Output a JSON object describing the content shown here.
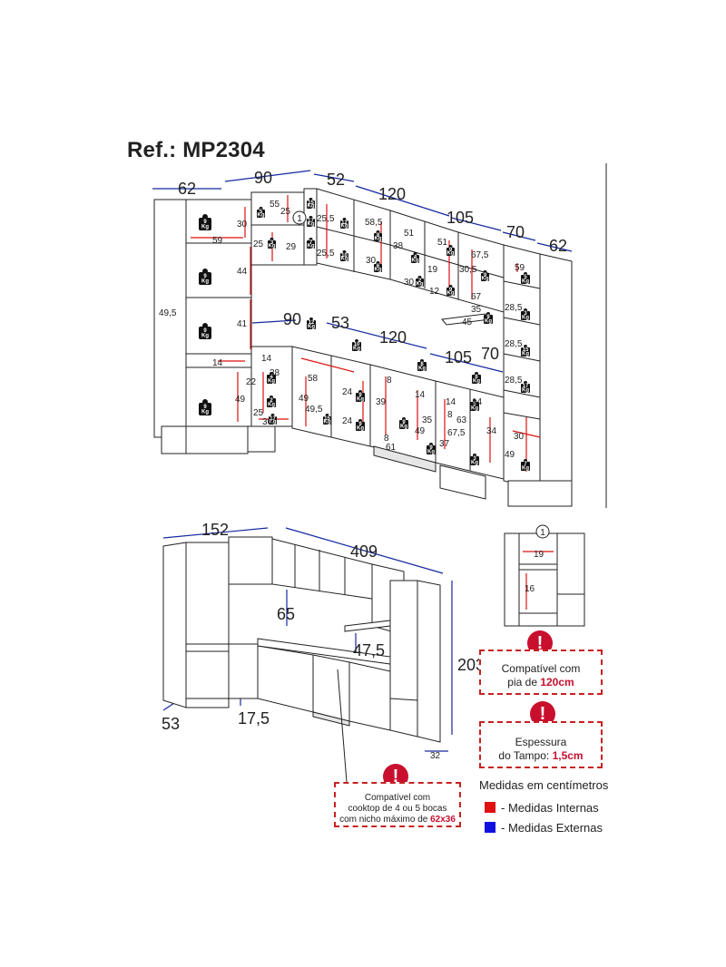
{
  "ref": "Ref.: MP2304",
  "top_dims": {
    "external_top": [
      "62",
      "90",
      "52",
      "120",
      "105",
      "70",
      "62"
    ],
    "external_mid": [
      "90",
      "53",
      "120",
      "105",
      "70"
    ],
    "internal_upper": [
      "55",
      "25",
      "30",
      "59",
      "25",
      "29",
      "44",
      "25,5",
      "25,5",
      "58,5",
      "38",
      "51",
      "51",
      "67,5",
      "30",
      "30",
      "19",
      "30,5",
      "12",
      "59",
      "67",
      "35",
      "45",
      "28,5",
      "28,5",
      "28,5"
    ],
    "internal_lower": [
      "41",
      "14",
      "22",
      "38",
      "49",
      "25",
      "36",
      "14",
      "58",
      "49",
      "49,5",
      "24",
      "24",
      "8",
      "39",
      "14",
      "14",
      "35",
      "8",
      "61",
      "49",
      "8",
      "63",
      "67,5",
      "37",
      "34",
      "30",
      "49",
      "14"
    ],
    "side": "49,5",
    "detail_marker": "1",
    "kg_labels": [
      "9\nKg",
      "9\nKg",
      "9\nKg",
      "9\nKg",
      "5\nKg",
      "3\nKg",
      "15\nKg",
      "17\nKg",
      "7\nKg",
      "12\nKg",
      "10\nKg",
      "8\nKg",
      "6\nKg",
      "4\nKg",
      "2\nKg"
    ]
  },
  "bottom_dims": {
    "width_left": "152",
    "width_right": "409",
    "height": "203",
    "gap": "65",
    "counter": "47,5",
    "depth": "53",
    "plinth": "17,5",
    "side_depth": "32"
  },
  "detail": {
    "marker": "1",
    "w": "19",
    "h": "16"
  },
  "notes": {
    "sink": {
      "line1": "Compatível com",
      "line2_pre": "pia de ",
      "line2_hl": "120cm"
    },
    "top": {
      "line1": "Espessura",
      "line2_pre": "do Tampo: ",
      "line2_hl": "1,5cm"
    },
    "cooktop": {
      "line1": "Compatível com",
      "line2": "cooktop de 4 ou 5 bocas",
      "line3_pre": "com nicho máximo de ",
      "line3_hl": "62x36"
    }
  },
  "legend": {
    "title": "Medidas em centímetros",
    "internal": "- Medidas Internas",
    "external": "- Medidas Externas",
    "internal_color": "#e01010",
    "external_color": "#1010e0"
  }
}
